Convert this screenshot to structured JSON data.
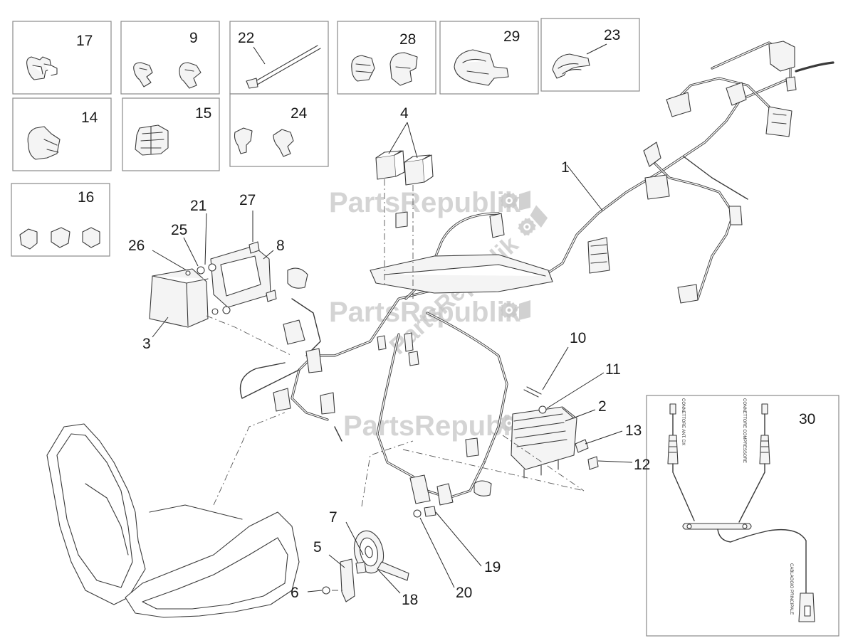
{
  "watermark": "PartsRepublik",
  "callouts": {
    "c1": "1",
    "c2": "2",
    "c3": "3",
    "c4": "4",
    "c5": "5",
    "c6": "6",
    "c7": "7",
    "c8": "8",
    "c9": "9",
    "c10": "10",
    "c11": "11",
    "c12": "12",
    "c13": "13",
    "c14": "14",
    "c15": "15",
    "c16": "16",
    "c17": "17",
    "c18": "18",
    "c19": "19",
    "c20": "20",
    "c21": "21",
    "c22": "22",
    "c23": "23",
    "c24": "24",
    "c25": "25",
    "c26": "26",
    "c27": "27",
    "c28": "28",
    "c29": "29",
    "c30": "30"
  },
  "inset30_labels": {
    "left_connector": "CONNETTORE ANT. DX",
    "right_connector": "CONNETTORE COMPRESSORE",
    "cable": "CABLAGGIO PRINCIPALE"
  },
  "icons": [
    "gear-icon",
    "flag-icon"
  ]
}
